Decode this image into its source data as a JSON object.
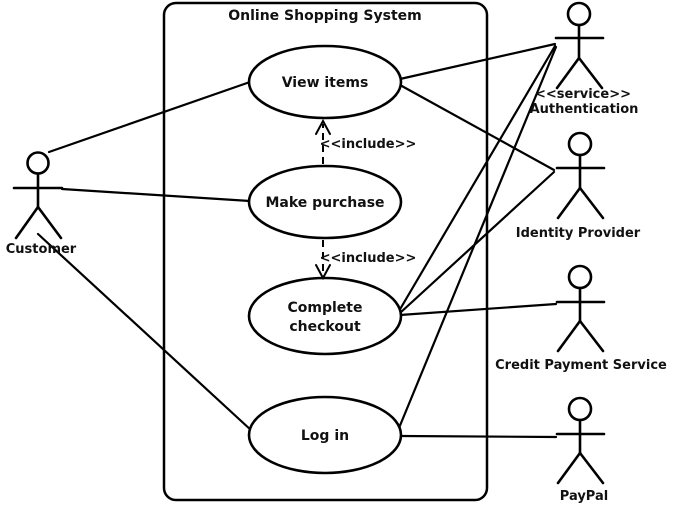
{
  "system": {
    "title": "Online Shopping System"
  },
  "use_cases": [
    {
      "name": "View items"
    },
    {
      "name": "Make purchase"
    },
    {
      "name": "Complete checkout",
      "line1": "Complete",
      "line2": "checkout"
    },
    {
      "name": "Log in"
    }
  ],
  "actors": [
    {
      "name": "Customer"
    },
    {
      "name": "Authentication",
      "stereotype": "<<service>>"
    },
    {
      "name": "Identity Provider"
    },
    {
      "name": "Credit Payment Service"
    },
    {
      "name": "PayPal"
    }
  ],
  "relationships": {
    "associations": [
      {
        "from": "Customer",
        "to": "View items"
      },
      {
        "from": "Customer",
        "to": "Make purchase"
      },
      {
        "from": "Customer",
        "to": "Log in"
      },
      {
        "from": "View items",
        "to": "Authentication"
      },
      {
        "from": "View items",
        "to": "Identity Provider"
      },
      {
        "from": "Complete checkout",
        "to": "Authentication"
      },
      {
        "from": "Complete checkout",
        "to": "Identity Provider"
      },
      {
        "from": "Complete checkout",
        "to": "Credit Payment Service"
      },
      {
        "from": "Log in",
        "to": "Authentication"
      },
      {
        "from": "Log in",
        "to": "PayPal"
      }
    ],
    "includes": [
      {
        "from": "Make purchase",
        "to": "View items",
        "label": "<<include>>"
      },
      {
        "from": "Make purchase",
        "to": "Complete checkout",
        "label": "<<include>>"
      }
    ]
  },
  "colors": {
    "stroke": "#000000",
    "background": "#ffffff",
    "text": "#111111"
  }
}
